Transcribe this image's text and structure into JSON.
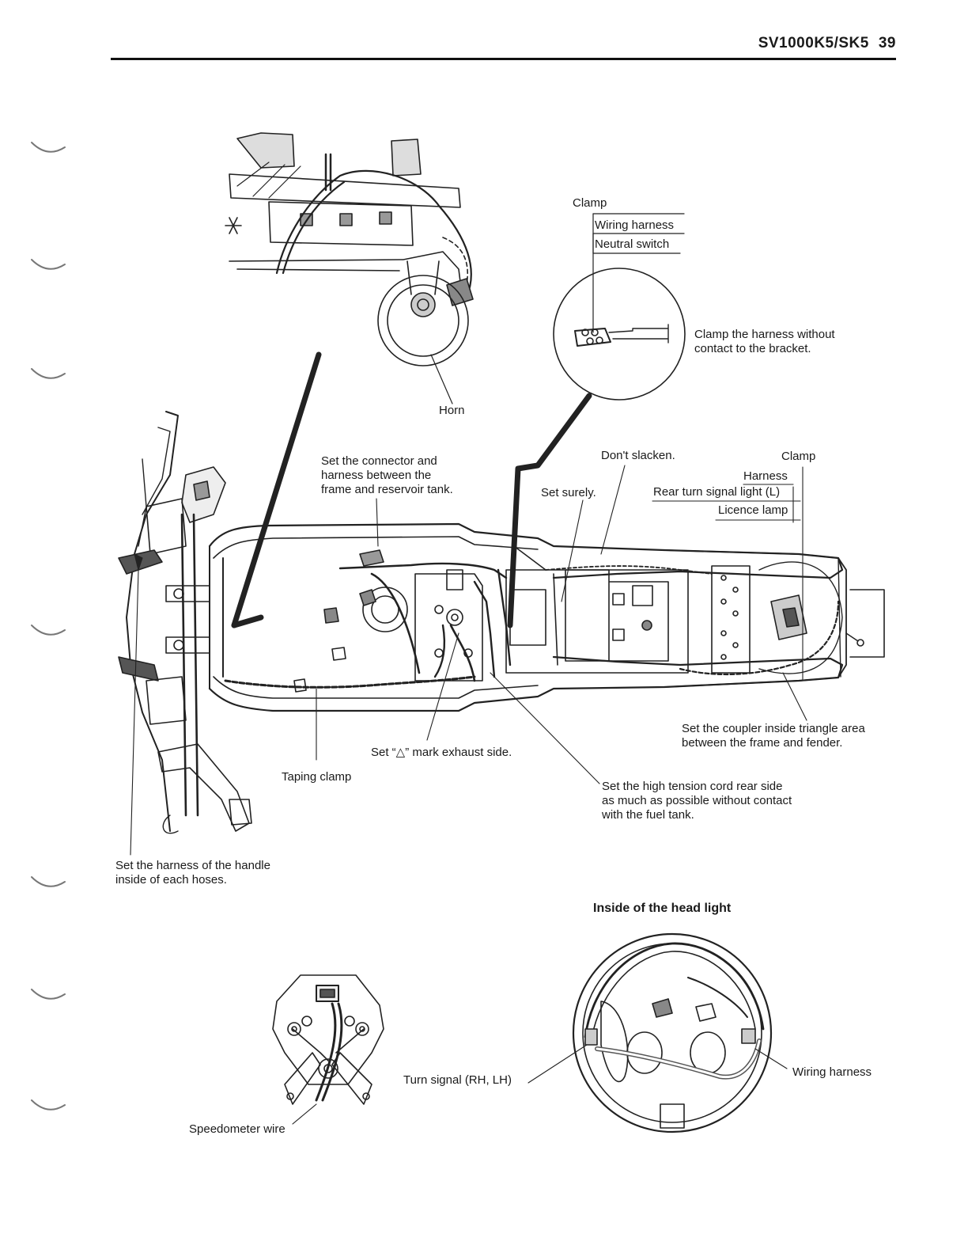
{
  "header": {
    "model": "SV1000K5/SK5",
    "page_number": "39"
  },
  "labels": {
    "clamp_top": "Clamp",
    "wiring_harness_top": "Wiring harness",
    "neutral_switch": "Neutral switch",
    "clamp_without_contact": "Clamp the harness without\ncontact to the bracket.",
    "horn": "Horn",
    "set_connector": "Set the connector and\nharness between the\nframe and reservoir tank.",
    "set_surely": "Set surely.",
    "dont_slacken": "Don't slacken.",
    "clamp_right": "Clamp",
    "harness": "Harness",
    "rear_turn_signal": "Rear turn signal light (L)",
    "licence_lamp": "Licence lamp",
    "set_coupler": "Set the coupler inside triangle area\nbetween the frame and fender.",
    "set_triangle_mark": "Set “△” mark exhaust side.",
    "taping_clamp": "Taping clamp",
    "set_high_tension": "Set the high tension cord rear side\nas much as possible without contact\nwith the fuel tank.",
    "set_harness_handle": "Set the harness of the handle\ninside of each hoses.",
    "inside_head_light": "Inside of the head light",
    "turn_signal": "Turn signal (RH, LH)",
    "wiring_harness_bottom": "Wiring harness",
    "speedometer_wire": "Speedometer wire"
  }
}
